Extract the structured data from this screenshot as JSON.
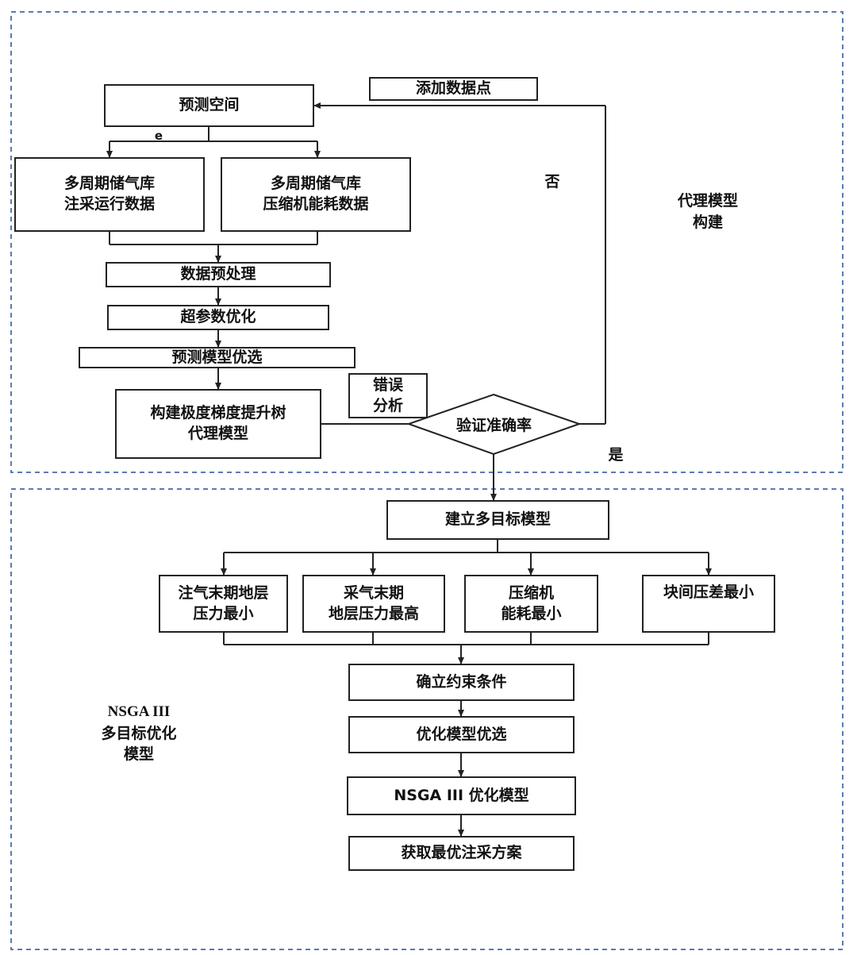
{
  "sections": {
    "top_label": [
      "代理模型",
      "构建"
    ],
    "bottom_label": [
      "NSGA III",
      "多目标优化",
      "模型"
    ]
  },
  "top": {
    "predict_space": "预测空间",
    "add_points": "添加数据点",
    "small_e": "e",
    "data_injection": [
      "多周期储气库",
      "注采运行数据"
    ],
    "data_compressor": [
      "多周期储气库",
      "压缩机能耗数据"
    ],
    "preprocess": "数据预处理",
    "hyperparam": "超参数优化",
    "model_select": "预测模型优选",
    "build_model": [
      "构建极度梯度提升树",
      "代理模型"
    ],
    "error_analysis": [
      "错误",
      "分析"
    ],
    "verify": "验证准确率",
    "no": "否",
    "yes": "是"
  },
  "bottom": {
    "multi_obj": "建立多目标模型",
    "objectives": [
      [
        "注气末期地层",
        "压力最小"
      ],
      [
        "采气末期",
        "地层压力最高"
      ],
      [
        "压缩机",
        "能耗最小"
      ],
      [
        "块间压差最小"
      ]
    ],
    "constraints": "确立约束条件",
    "opt_select": "优化模型优选",
    "nsga": "NSGA III 优化模型",
    "result": "获取最优注采方案"
  }
}
